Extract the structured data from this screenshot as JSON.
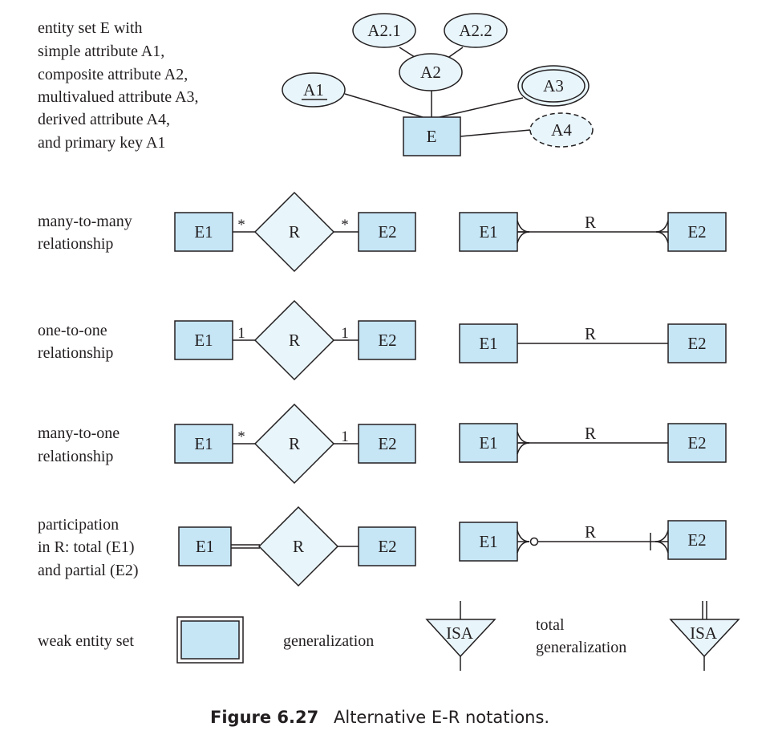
{
  "colors": {
    "entity_fill": "#c6e6f6",
    "relationship_fill": "#e8f5fb",
    "stroke": "#231f20"
  },
  "legend": {
    "entity_set": [
      "entity set E with",
      "simple attribute A1,",
      "composite attribute A2,",
      "multivalued attribute A3,",
      "derived attribute A4,",
      "and primary key A1"
    ],
    "many_to_many": [
      "many-to-many",
      "relationship"
    ],
    "one_to_one": [
      "one-to-one",
      "relationship"
    ],
    "many_to_one": [
      "many-to-one",
      "relationship"
    ],
    "participation": [
      "participation",
      "in R: total (E1)",
      "and partial (E2)"
    ],
    "weak_entity": "weak entity set",
    "generalization": "generalization",
    "total_generalization": [
      "total",
      "generalization"
    ]
  },
  "entity_example": {
    "entity": "E",
    "attributes": {
      "a1": "A1",
      "a2": "A2",
      "a21": "A2.1",
      "a22": "A2.2",
      "a3": "A3",
      "a4": "A4"
    }
  },
  "rows": [
    {
      "id": "many-to-many",
      "e1": "E1",
      "r": "R",
      "e2": "E2",
      "card_left": "*",
      "card_right": "*",
      "crow_r": "R"
    },
    {
      "id": "one-to-one",
      "e1": "E1",
      "r": "R",
      "e2": "E2",
      "card_left": "1",
      "card_right": "1",
      "crow_r": "R"
    },
    {
      "id": "many-to-one",
      "e1": "E1",
      "r": "R",
      "e2": "E2",
      "card_left": "*",
      "card_right": "1",
      "crow_r": "R"
    },
    {
      "id": "participation",
      "e1": "E1",
      "r": "R",
      "e2": "E2",
      "crow_r": "R"
    }
  ],
  "isa_label": "ISA",
  "caption": {
    "number": "Figure 6.27",
    "text": "Alternative E-R notations."
  }
}
